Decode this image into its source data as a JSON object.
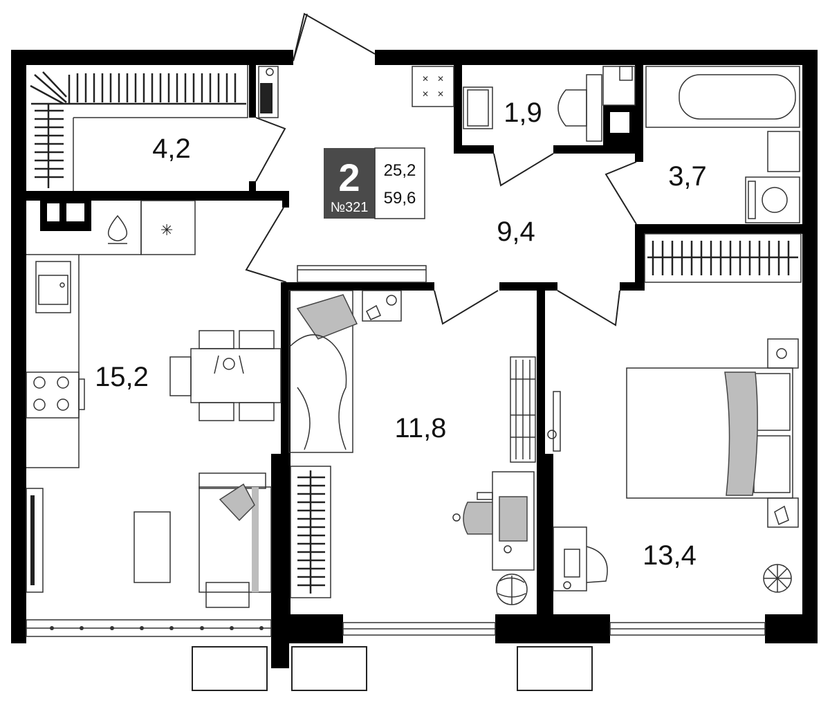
{
  "plan": {
    "rooms_count": "2",
    "apartment_number": "№321",
    "living_area": "25,2",
    "total_area": "59,6",
    "badge_color": "#4a4a4a",
    "rooms": [
      {
        "id": "wardrobe",
        "area": "4,2"
      },
      {
        "id": "bathroom-wc",
        "area": "1,9"
      },
      {
        "id": "bathroom",
        "area": "3,7"
      },
      {
        "id": "hall",
        "area": "9,4"
      },
      {
        "id": "kitchen-living",
        "area": "15,2"
      },
      {
        "id": "bedroom-small",
        "area": "11,8"
      },
      {
        "id": "bedroom-large",
        "area": "13,4"
      }
    ]
  }
}
